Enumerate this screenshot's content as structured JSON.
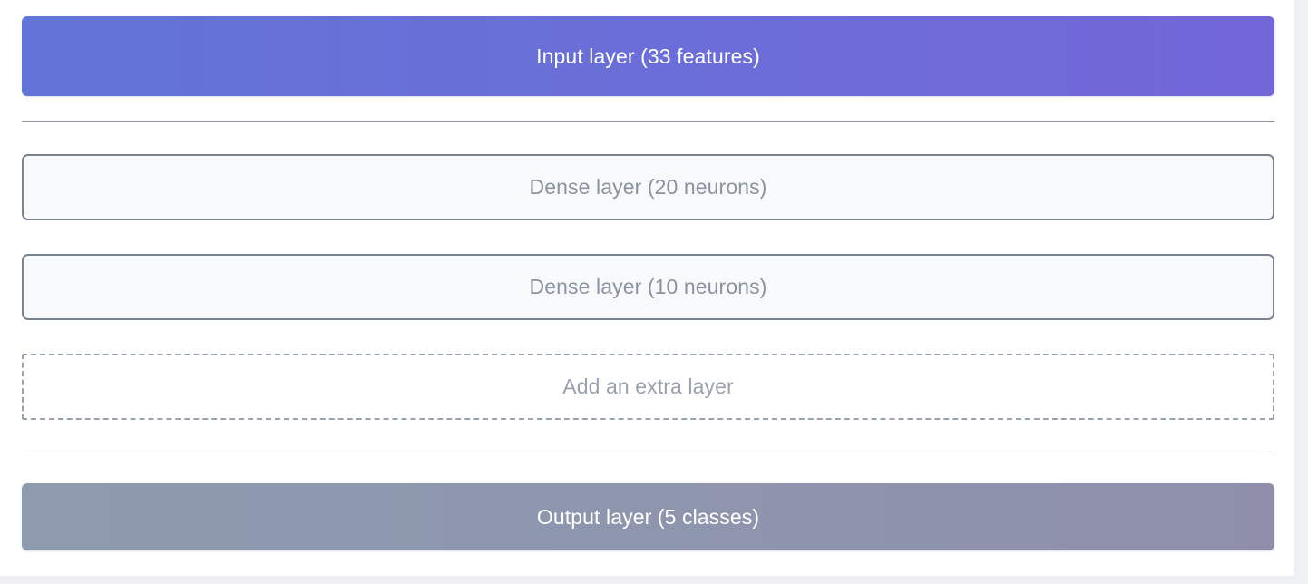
{
  "architecture": {
    "input_layer": {
      "label": "Input layer (33 features)",
      "features": 33,
      "accent_color": "#6274d8",
      "accent_color_end": "#7366d8",
      "text_color": "#ffffff"
    },
    "hidden_layers": [
      {
        "label": "Dense layer (20 neurons)",
        "type": "Dense",
        "neurons": 20,
        "border_color": "#79838f",
        "fill_color": "#f8f9fb",
        "text_color": "#8b93a1"
      },
      {
        "label": "Dense layer (10 neurons)",
        "type": "Dense",
        "neurons": 10,
        "border_color": "#79838f",
        "fill_color": "#f8f9fb",
        "text_color": "#8b93a1"
      }
    ],
    "add_layer": {
      "label": "Add an extra layer",
      "border_color": "#9aa2af",
      "text_color": "#99a1af"
    },
    "output_layer": {
      "label": "Output layer (5 classes)",
      "classes": 5,
      "accent_color": "#8e9aae",
      "accent_color_end": "#8f8fac",
      "text_color": "#ffffff"
    },
    "divider_color": "#8b94a2"
  }
}
